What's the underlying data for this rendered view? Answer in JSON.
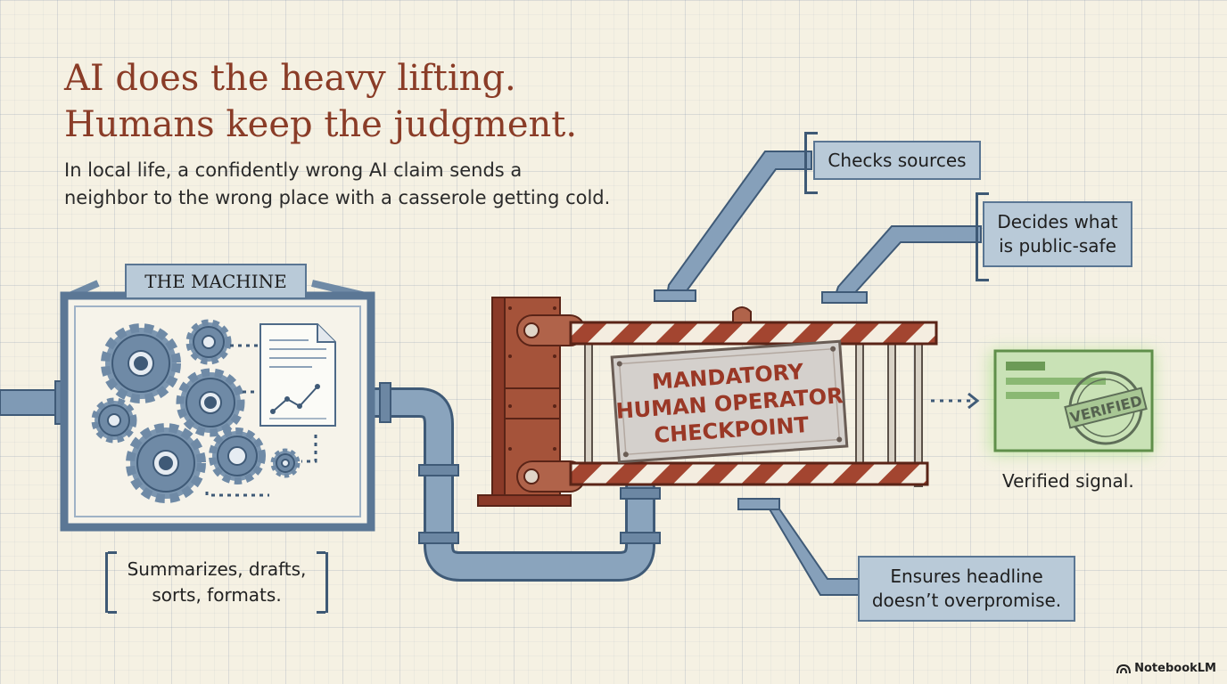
{
  "headline": {
    "line1": "AI does the heavy lifting.",
    "line2": "Humans keep the judgment."
  },
  "subtitle": {
    "line1": "In local life, a confidently wrong AI claim sends a",
    "line2": "neighbor to the wrong place with a casserole getting cold."
  },
  "machine": {
    "title": "THE MACHINE",
    "caption_line1": "Summarizes, drafts,",
    "caption_line2": "sorts, formats."
  },
  "checkpoint": {
    "line1": "MANDATORY",
    "line2": "HUMAN OPERATOR",
    "line3": "CHECKPOINT"
  },
  "callouts": {
    "checks_sources": "Checks sources",
    "decides_line1": "Decides what",
    "decides_line2": "is public-safe",
    "ensures_line1": "Ensures headline",
    "ensures_line2": "doesn’t overpromise."
  },
  "output": {
    "stamp": "VERIFIED",
    "caption": "Verified signal."
  },
  "branding": {
    "name": "NotebookLM",
    "icon": "notebooklm-logo-icon"
  },
  "colors": {
    "headline": "#8a3c27",
    "steel_blue": "#6f8aa6",
    "rust": "#9a3f2a",
    "verified_green": "#8fbf73"
  }
}
